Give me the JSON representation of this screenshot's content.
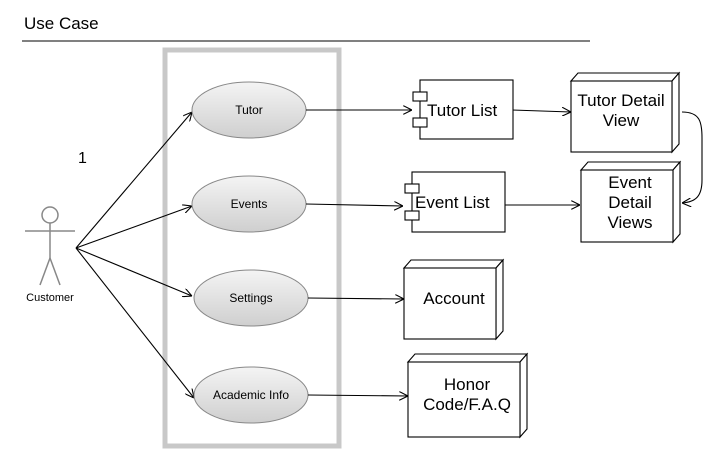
{
  "title": "Use Case",
  "marker": "1",
  "actor": {
    "label": "Customer"
  },
  "use_cases": [
    {
      "id": "tutor",
      "label": "Tutor"
    },
    {
      "id": "events",
      "label": "Events"
    },
    {
      "id": "settings",
      "label": "Settings"
    },
    {
      "id": "academic",
      "label": "Academic Info"
    }
  ],
  "components": [
    {
      "id": "tutor-list",
      "label": "Tutor List"
    },
    {
      "id": "event-list",
      "label": "Event List"
    }
  ],
  "nodes": [
    {
      "id": "tutor-detail",
      "lines": [
        "Tutor Detail",
        "View"
      ]
    },
    {
      "id": "event-detail",
      "lines": [
        "Event",
        "Detail",
        "Views"
      ]
    },
    {
      "id": "account",
      "lines": [
        "Account"
      ]
    },
    {
      "id": "honor",
      "lines": [
        "Honor",
        "Code/F.A.Q"
      ]
    }
  ],
  "colors": {
    "stroke": "#000000",
    "ellipse_fill_top": "#f4f4f4",
    "ellipse_fill_bottom": "#cfcfcf",
    "boundary": "#c8c8c8",
    "actor": "#888888"
  }
}
